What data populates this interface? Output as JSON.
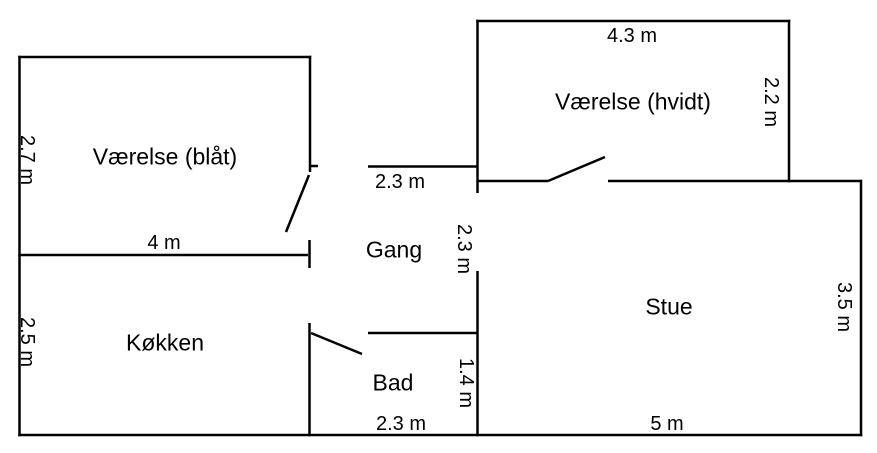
{
  "rooms": {
    "blue": "Værelse (blåt)",
    "white": "Værelse (hvidt)",
    "hall": "Gang",
    "living": "Stue",
    "kitchen": "Køkken",
    "bath": "Bad"
  },
  "dimensions": {
    "blue_height": "2.7 m",
    "blue_width": "4 m",
    "hall_width": "2.3 m",
    "white_width": "4.3 m",
    "white_height": "2.2 m",
    "hall_length": "2.3 m",
    "living_height": "3.5 m",
    "living_width": "5 m",
    "kitchen_height": "2.5 m",
    "bath_height": "1.4 m",
    "bath_width": "2.3 m"
  },
  "colors": {
    "wall": "#000000",
    "background": "#ffffff",
    "text": "#000000"
  }
}
